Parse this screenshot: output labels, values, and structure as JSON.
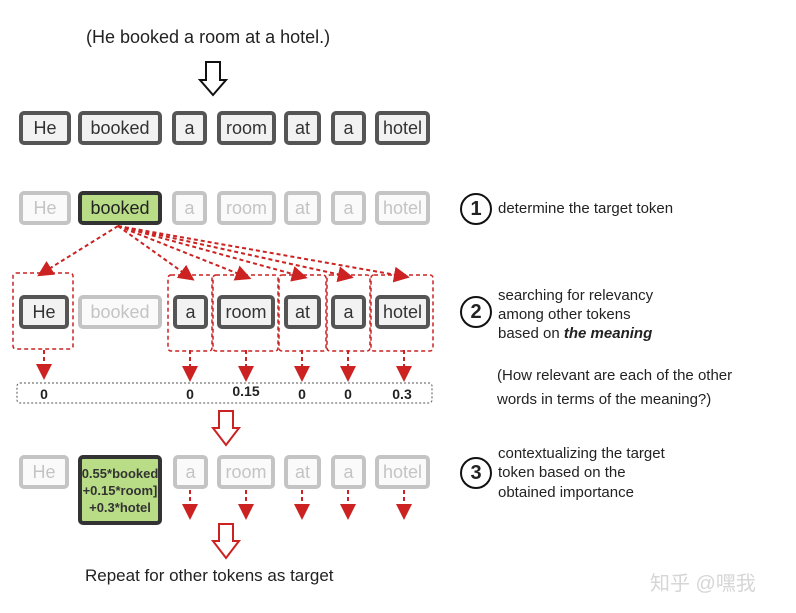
{
  "title": "(He booked a room at a hotel.)",
  "tokens": [
    "He",
    "booked",
    "a",
    "room",
    "at",
    "a",
    "hotel"
  ],
  "steps": [
    {
      "number": "1",
      "lines": [
        "determine the target token"
      ]
    },
    {
      "number": "2",
      "lines": [
        "searching for relevancy",
        "among other tokens",
        "based on "
      ],
      "emphasis": "the meaning"
    },
    {
      "number": "3",
      "lines": [
        "contextualizing the target",
        "token based on the",
        "obtained importance"
      ]
    }
  ],
  "scores": [
    "0",
    "0",
    "0.15",
    "0",
    "0",
    "0.3"
  ],
  "note_lines": [
    "(How relevant are each of the other",
    "words in terms of the meaning?)"
  ],
  "context_token_lines": [
    "0.55*booked",
    "+0.15*room]",
    "+0.3*hotel"
  ],
  "footer": "Repeat for other tokens as target",
  "watermark": "知乎 @嘿我",
  "colors": {
    "target_fill": "#b9dc87",
    "arrow_red": "#cc2222",
    "border_dark": "#555555",
    "border_faded": "#c4c4c4"
  }
}
